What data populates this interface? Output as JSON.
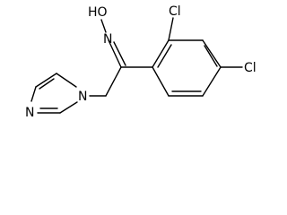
{
  "molecule": {
    "labels": {
      "oxime_oh": "HO",
      "oxime_n": "N",
      "cl_ortho": "Cl",
      "cl_para": "Cl",
      "imid_n1": "N",
      "imid_n3": "N"
    },
    "colors": {
      "bond": "#000000",
      "text": "#000000",
      "background": "#ffffff"
    }
  }
}
